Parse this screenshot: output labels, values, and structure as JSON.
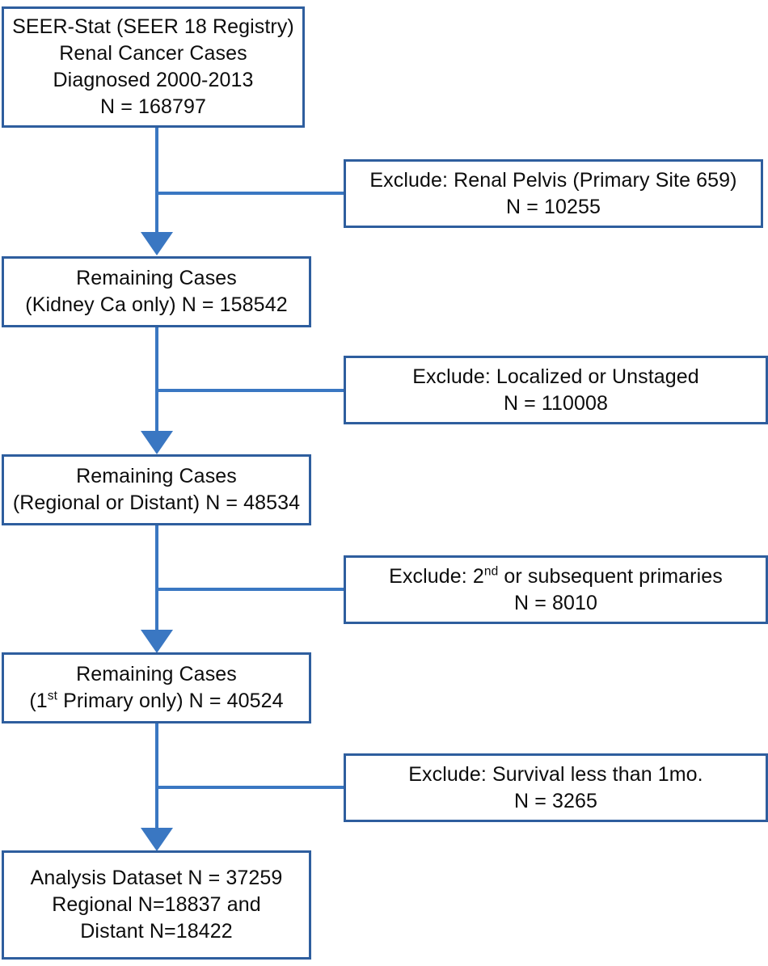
{
  "diagram": {
    "title": "SEER Renal Cancer Cohort Selection Flowchart",
    "type": "flowchart",
    "colors": {
      "box_border": "#2E5E9E",
      "connector": "#3A77C2",
      "text": "#0d0d0d",
      "background": "#ffffff"
    }
  },
  "main_nodes": [
    {
      "id": "source-cohort",
      "lines": [
        "SEER-Stat (SEER 18 Registry)",
        "Renal Cancer Cases",
        "Diagnosed 2000-2013",
        "N = 168797"
      ],
      "n": 168797
    },
    {
      "id": "remaining-kidney",
      "lines": [
        "Remaining Cases",
        "(Kidney Ca only) N = 158542"
      ],
      "n": 158542
    },
    {
      "id": "remaining-regional-distant",
      "lines": [
        "Remaining Cases",
        "(Regional or Distant) N = 48534"
      ],
      "n": 48534
    },
    {
      "id": "remaining-first-primary",
      "lines": [
        "Remaining Cases",
        "(1st Primary only) N = 40524"
      ],
      "line2_pre": "(1",
      "line2_sup": "st",
      "line2_post": " Primary only) N = 40524",
      "n": 40524
    },
    {
      "id": "analysis-dataset",
      "lines": [
        "Analysis Dataset N = 37259",
        "Regional N=18837 and",
        "Distant N=18422"
      ],
      "n": 37259,
      "regional_n": 18837,
      "distant_n": 18422
    }
  ],
  "exclusion_nodes": [
    {
      "id": "exclude-renal-pelvis",
      "lines": [
        "Exclude: Renal Pelvis (Primary Site 659)",
        "N = 10255"
      ],
      "n": 10255
    },
    {
      "id": "exclude-localized-unstaged",
      "lines": [
        "Exclude: Localized or Unstaged",
        "N = 110008"
      ],
      "n": 110008
    },
    {
      "id": "exclude-second-primaries",
      "lines": [
        "Exclude: 2nd or subsequent primaries",
        "N = 8010"
      ],
      "line1_pre": "Exclude: 2",
      "line1_sup": "nd",
      "line1_post": " or subsequent primaries",
      "n": 8010
    },
    {
      "id": "exclude-short-survival",
      "lines": [
        "Exclude: Survival less than 1mo.",
        "N = 3265"
      ],
      "n": 3265
    }
  ]
}
